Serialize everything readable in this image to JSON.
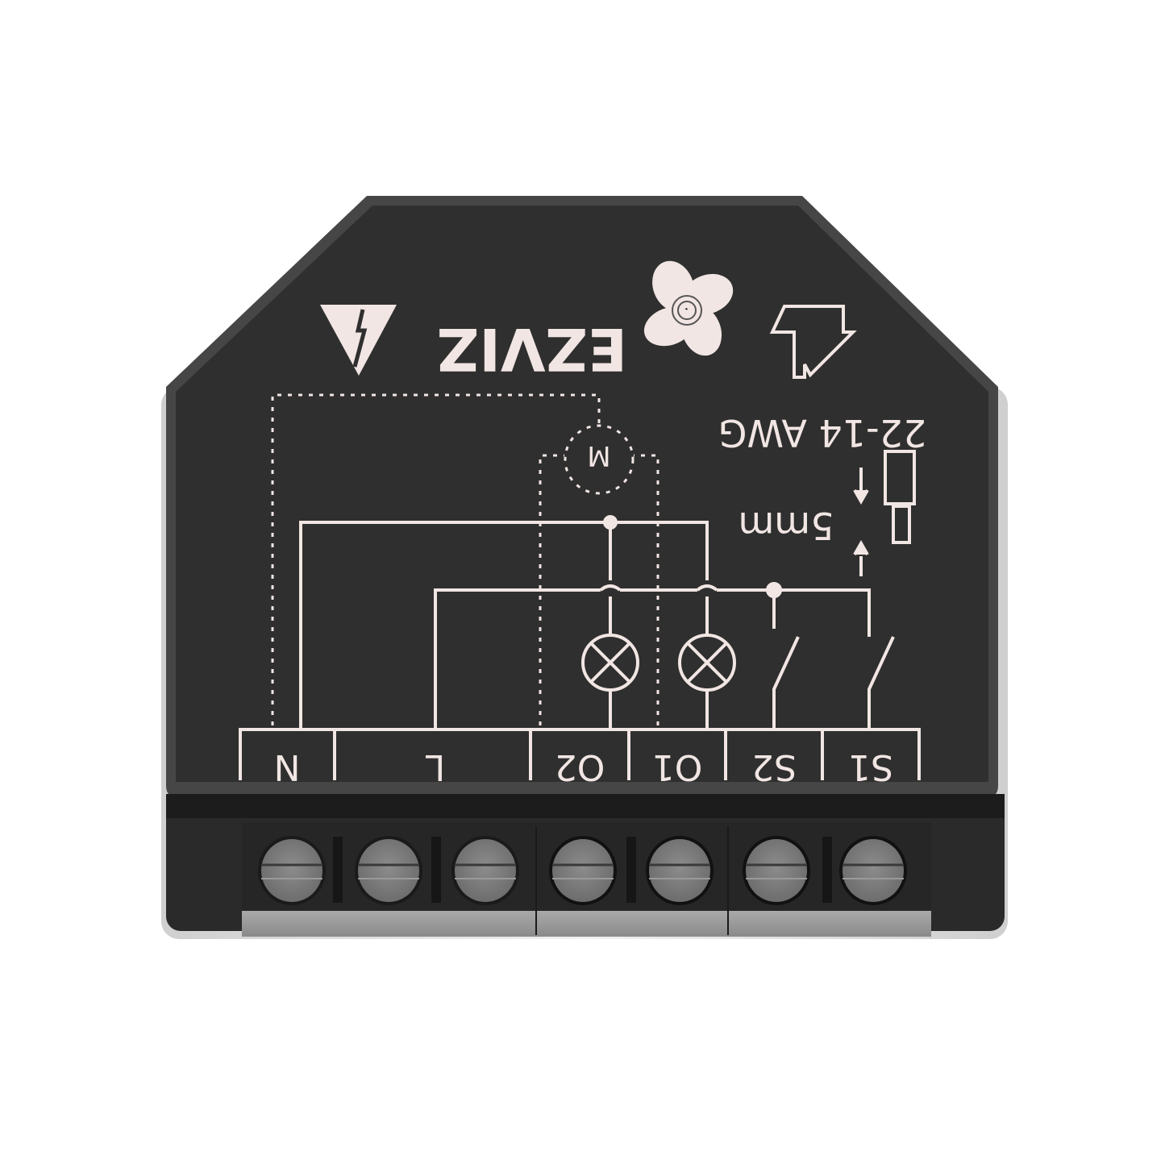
{
  "product": {
    "brand": "EZVIZ",
    "type": "relay-switch-module",
    "colors": {
      "body": "#2f2f2f",
      "body_edge": "#444444",
      "silver_frame": "#d9d9d9",
      "print": "#f1e6e3",
      "terminal_block": "#1c1c1c",
      "screw": "#7a7a7a"
    }
  },
  "markings": {
    "wire_gauge": "22-14 AWG",
    "strip_length": "5mm",
    "motor_label": "M",
    "icons": [
      "high-voltage-warning-icon",
      "ezviz-fan-logo-icon",
      "wire-insert-arrow-icon",
      "strip-length-icon"
    ]
  },
  "terminals": [
    {
      "label": "N"
    },
    {
      "label": "L"
    },
    {
      "label": "O2"
    },
    {
      "label": "O1"
    },
    {
      "label": "S2"
    },
    {
      "label": "S1"
    }
  ],
  "screw_count": 7
}
